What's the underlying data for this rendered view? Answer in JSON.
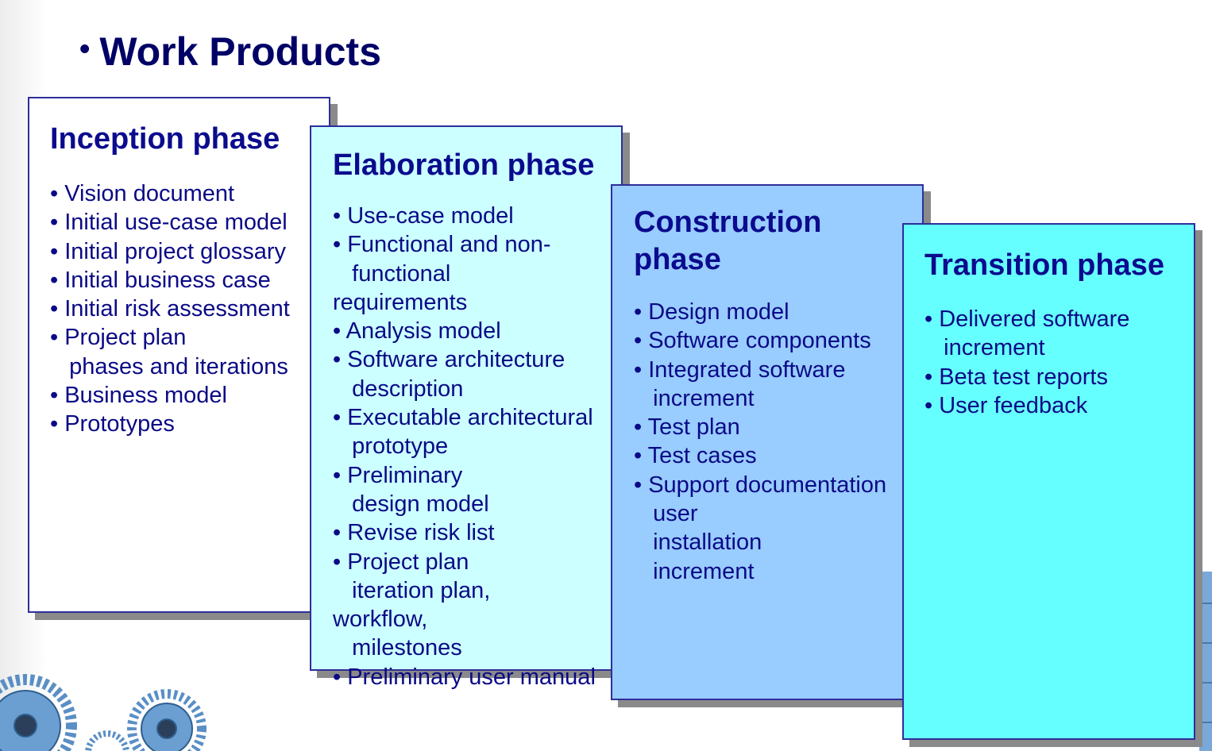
{
  "slide": {
    "title": "Work Products"
  },
  "phases": [
    {
      "name": "Inception phase",
      "items": [
        "• Vision document",
        "• Initial use-case model",
        "• Initial project glossary",
        "• Initial business case",
        "• Initial risk assessment",
        "• Project plan",
        "   phases and iterations",
        "• Business model",
        "• Prototypes"
      ]
    },
    {
      "name": "Elaboration phase",
      "items": [
        "• Use-case model",
        "• Functional and non-",
        "   functional",
        "requirements",
        "• Analysis model",
        "• Software architecture",
        "   description",
        "• Executable architectural",
        "   prototype",
        "• Preliminary",
        "   design model",
        "• Revise risk list",
        "• Project plan",
        "   iteration plan,",
        "workflow,",
        "   milestones",
        "• Preliminary user manual"
      ]
    },
    {
      "name_line1": "Construction",
      "name_line2": "phase",
      "items": [
        "• Design model",
        "• Software components",
        "• Integrated software",
        "   increment",
        "• Test plan",
        "• Test cases",
        "• Support documentation",
        "   user",
        "   installation",
        "   increment"
      ]
    },
    {
      "name": "Transition  phase",
      "items": [
        "• Delivered software",
        "   increment",
        "• Beta test reports",
        "• User feedback"
      ]
    }
  ],
  "colors": {
    "title": "#000066",
    "text": "#0a0a86",
    "inception_bg": "#ffffff",
    "elaboration_bg": "#ccffff",
    "construction_bg": "#99ccff",
    "transition_bg": "#66ffff"
  }
}
